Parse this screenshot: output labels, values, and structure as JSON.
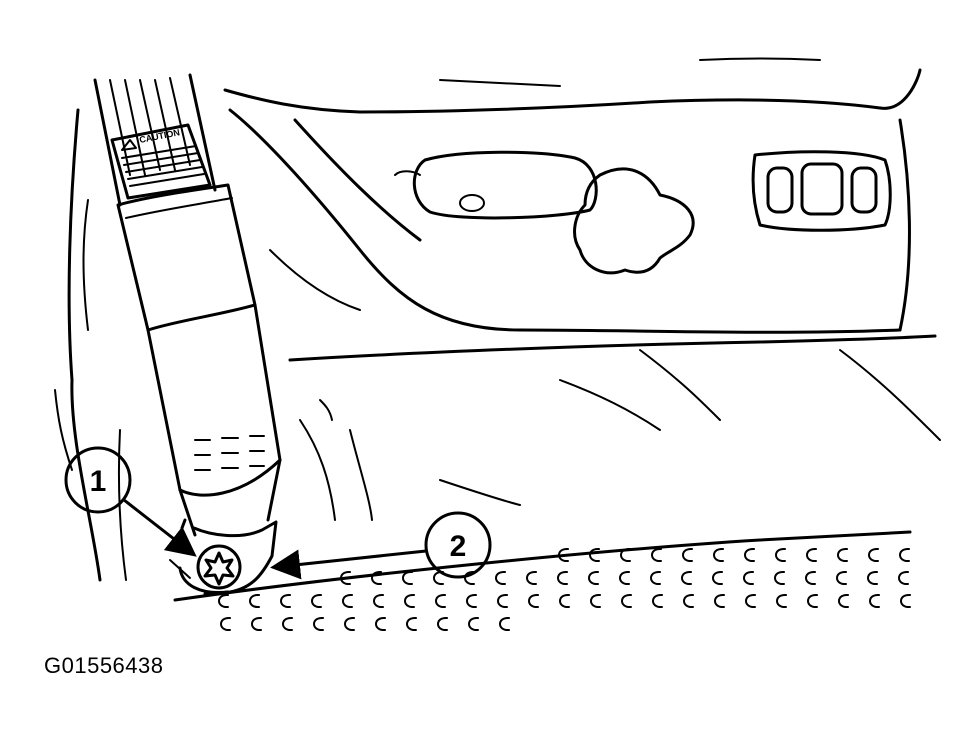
{
  "figure": {
    "id_label": "G01556438",
    "caution_label": "CAUTION",
    "callouts": [
      {
        "number": "1"
      },
      {
        "number": "2"
      }
    ]
  },
  "colors": {
    "ink": "#000000",
    "background": "#ffffff"
  }
}
